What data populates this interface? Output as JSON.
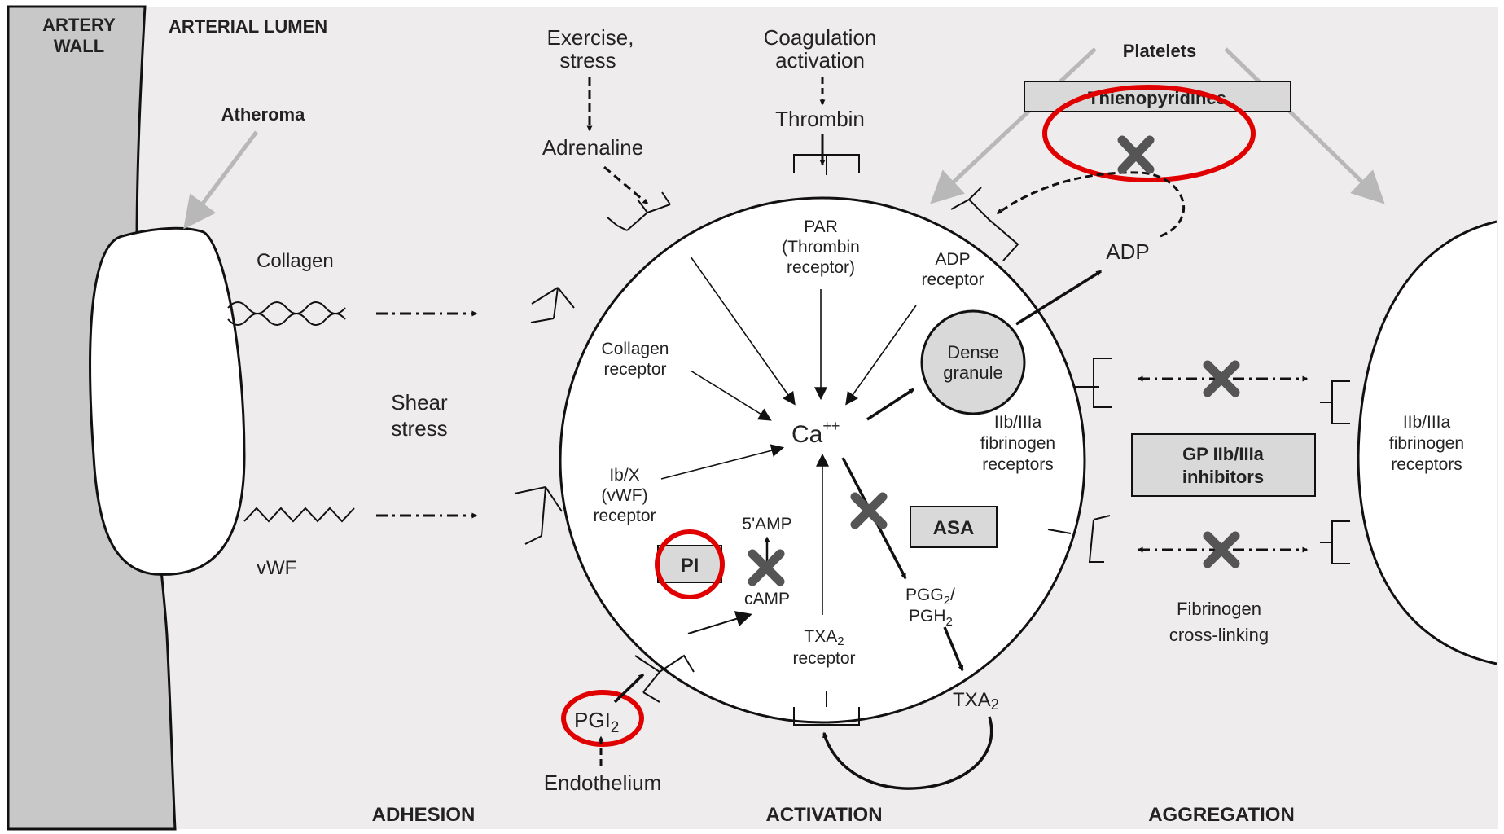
{
  "region_labels": {
    "artery_wall_1": "ARTERY",
    "artery_wall_2": "WALL",
    "arterial_lumen": "ARTERIAL LUMEN",
    "atheroma": "Atheroma",
    "platelets": "Platelets"
  },
  "adhesion": {
    "collagen": "Collagen",
    "vwf": "vWF",
    "shear_1": "Shear",
    "shear_2": "stress"
  },
  "stimuli": {
    "exercise_1": "Exercise,",
    "exercise_2": "stress",
    "adrenaline": "Adrenaline",
    "coag_1": "Coagulation",
    "coag_2": "activation",
    "thrombin": "Thrombin",
    "adp": "ADP",
    "endothelium": "Endothelium",
    "pgi2_main": "PGI",
    "pgi2_sub": "2",
    "txa2_out_main": "TXA",
    "txa2_out_sub": "2"
  },
  "platelet": {
    "par_1": "PAR",
    "par_2": "(Thrombin",
    "par_3": "receptor)",
    "adp_rec_1": "ADP",
    "adp_rec_2": "receptor",
    "collagen_rec_1": "Collagen",
    "collagen_rec_2": "receptor",
    "ibx_1": "Ib/X",
    "ibx_2": "(vWF)",
    "ibx_3": "receptor",
    "ca_main": "Ca",
    "ca_sup": "++",
    "dense_1": "Dense",
    "dense_2": "granule",
    "fib_1": "IIb/IIIa",
    "fib_2": "fibrinogen",
    "fib_3": "receptors",
    "amp5": "5'AMP",
    "camp": "cAMP",
    "txa2_rec_main": "TXA",
    "txa2_rec_sub": "2",
    "txa2_rec_2": "receptor",
    "pgg_main": "PGG",
    "pgg_sub": "2",
    "pgg_slash": "/",
    "pgh_main": "PGH",
    "pgh_sub": "2"
  },
  "drugs": {
    "thienopyridines": "Thienopyridines",
    "asa": "ASA",
    "pi": "PI",
    "gp_1": "GP IIb/IIIa",
    "gp_2": "inhibitors"
  },
  "aggregation": {
    "right_fib_1": "IIb/IIIa",
    "right_fib_2": "fibrinogen",
    "right_fib_3": "receptors",
    "crosslink_1": "Fibrinogen",
    "crosslink_2": "cross-linking"
  },
  "phases": {
    "adhesion": "ADHESION",
    "activation": "ACTIVATION",
    "aggregation": "AGGREGATION"
  },
  "colors": {
    "background": "#efeced",
    "wall": "#c8c8c8",
    "highlight": "#e00000",
    "box_fill": "#d9d9d9",
    "x_mark": "#555555",
    "grey_arrow": "#b8b8b8"
  }
}
